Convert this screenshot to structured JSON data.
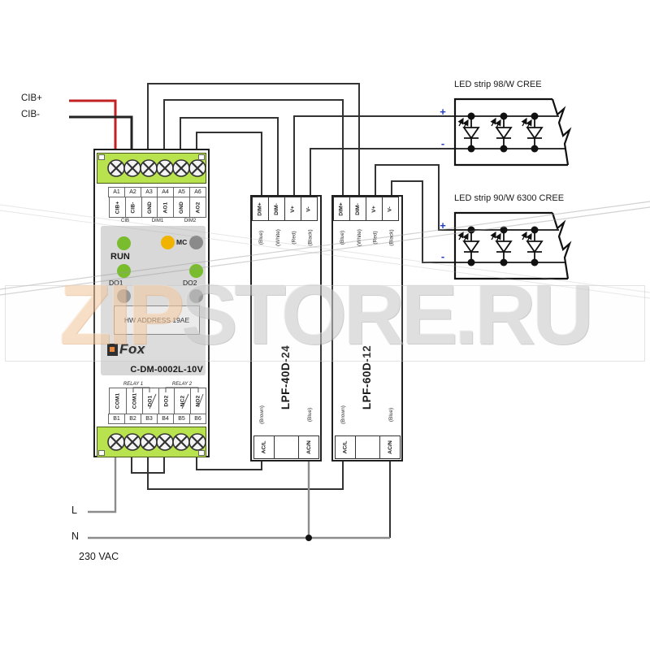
{
  "watermark": {
    "zip": "ZIP",
    "store": "STORE.RU"
  },
  "inputs": {
    "cib_plus": "CIB+",
    "cib_minus": "CIB-"
  },
  "mains": {
    "line": "L",
    "neutral": "N",
    "voltage": "230 VAC"
  },
  "module": {
    "model": "C-DM-0002L-10V",
    "hw_address": "HW ADDRESS 19AE",
    "logo": "Fox",
    "run_label": "RUN",
    "mc_label": "MC",
    "do1_label": "DO1",
    "do2_label": "DO2",
    "relay1_label": "RELAY 1",
    "relay2_label": "RELAY 2",
    "groups": [
      "CIB",
      "DIM1",
      "DIM2"
    ],
    "top_terminals": [
      {
        "code": "A1",
        "label": "CIB+"
      },
      {
        "code": "A2",
        "label": "CIB-"
      },
      {
        "code": "A3",
        "label": "GND"
      },
      {
        "code": "A4",
        "label": "AO1"
      },
      {
        "code": "A5",
        "label": "GND"
      },
      {
        "code": "A6",
        "label": "AO2"
      }
    ],
    "bottom_terminals": [
      {
        "code": "B1",
        "label": "COM1"
      },
      {
        "code": "B2",
        "label": "COM1"
      },
      {
        "code": "B3",
        "label": "DO1"
      },
      {
        "code": "B4",
        "label": "DO2"
      },
      {
        "code": "B5",
        "label": "NC2"
      },
      {
        "code": "B6",
        "label": "NO2"
      }
    ]
  },
  "psu1": {
    "model": "LPF-40D-24",
    "top_terminals": [
      "DIM+",
      "DIM-",
      "V+",
      "V-"
    ],
    "top_wire_colors": [
      "(Blue)",
      "(White)",
      "(Red)",
      "(Black)"
    ],
    "bottom_terminals": [
      "AC/L",
      "AC/N"
    ],
    "bottom_wire_colors": [
      "(Brown)",
      "(Blue)"
    ]
  },
  "psu2": {
    "model": "LPF-60D-12",
    "top_terminals": [
      "DIM+",
      "DIM-",
      "V+",
      "V-"
    ],
    "top_wire_colors": [
      "(Blue)",
      "(White)",
      "(Red)",
      "(Black)"
    ],
    "bottom_terminals": [
      "AC/L",
      "AC/N"
    ],
    "bottom_wire_colors": [
      "(Brown)",
      "(Blue)"
    ]
  },
  "strips": [
    {
      "label": "LED strip 98/W CREE",
      "plus": "+",
      "minus": "-"
    },
    {
      "label": "LED strip 90/W 6300 CREE",
      "plus": "+",
      "minus": "-"
    }
  ],
  "colors": {
    "wire_black": "#333333",
    "wire_red": "#c22222",
    "wire_gray": "#8c8c8c",
    "terminal_green": "#b9e34e",
    "led_green": "#79bc2d",
    "led_yellow": "#f0b400",
    "led_off_gray": "#8a8a8a",
    "label_blue": "#1f3fbf"
  }
}
